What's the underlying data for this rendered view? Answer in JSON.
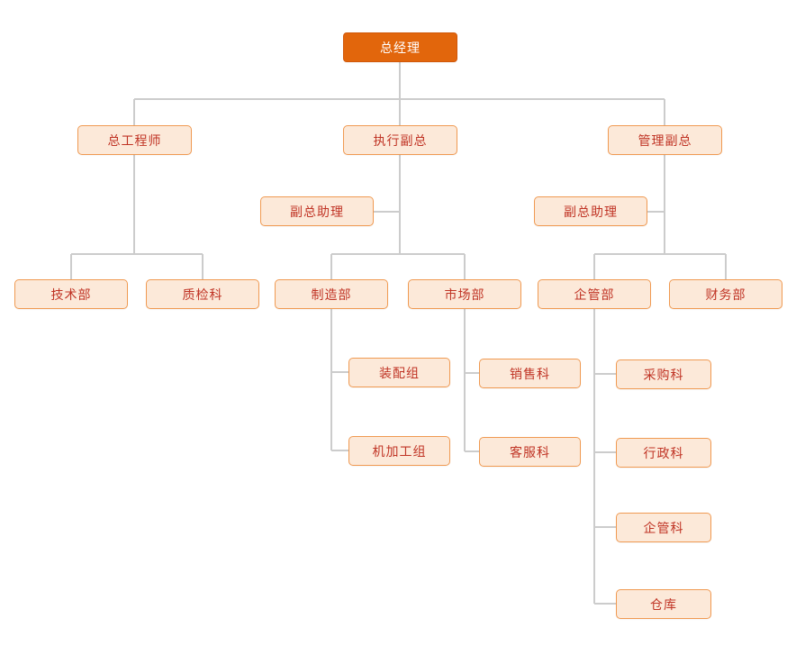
{
  "diagram": {
    "type": "org-chart",
    "language": "zh-CN"
  },
  "colors": {
    "root_fill": "#e2660c",
    "root_text": "#ffffff",
    "node_fill": "#fce9d9",
    "node_border": "#f09a52",
    "node_text": "#c03425",
    "connector": "#cccccc",
    "background": "#ffffff"
  },
  "nodes": [
    {
      "label": "总经理"
    },
    {
      "label": "总工程师"
    },
    {
      "label": "执行副总"
    },
    {
      "label": "管理副总"
    },
    {
      "label": "副总助理"
    },
    {
      "label": "副总助理"
    },
    {
      "label": "技术部"
    },
    {
      "label": "质检科"
    },
    {
      "label": "制造部"
    },
    {
      "label": "市场部"
    },
    {
      "label": "企管部"
    },
    {
      "label": "财务部"
    },
    {
      "label": "装配组"
    },
    {
      "label": "机加工组"
    },
    {
      "label": "销售科"
    },
    {
      "label": "客服科"
    },
    {
      "label": "采购科"
    },
    {
      "label": "行政科"
    },
    {
      "label": "企管科"
    },
    {
      "label": "仓库"
    }
  ],
  "hierarchy": {
    "label": "总经理",
    "children": [
      {
        "label": "总工程师",
        "children": [
          {
            "label": "技术部"
          },
          {
            "label": "质检科"
          }
        ]
      },
      {
        "label": "执行副总",
        "assistant": "副总助理",
        "children": [
          {
            "label": "制造部",
            "children": [
              {
                "label": "装配组"
              },
              {
                "label": "机加工组"
              }
            ]
          },
          {
            "label": "市场部",
            "children": [
              {
                "label": "销售科"
              },
              {
                "label": "客服科"
              }
            ]
          }
        ]
      },
      {
        "label": "管理副总",
        "assistant": "副总助理",
        "children": [
          {
            "label": "企管部",
            "children": [
              {
                "label": "采购科"
              },
              {
                "label": "行政科"
              },
              {
                "label": "企管科"
              },
              {
                "label": "仓库"
              }
            ]
          },
          {
            "label": "财务部"
          }
        ]
      }
    ]
  }
}
